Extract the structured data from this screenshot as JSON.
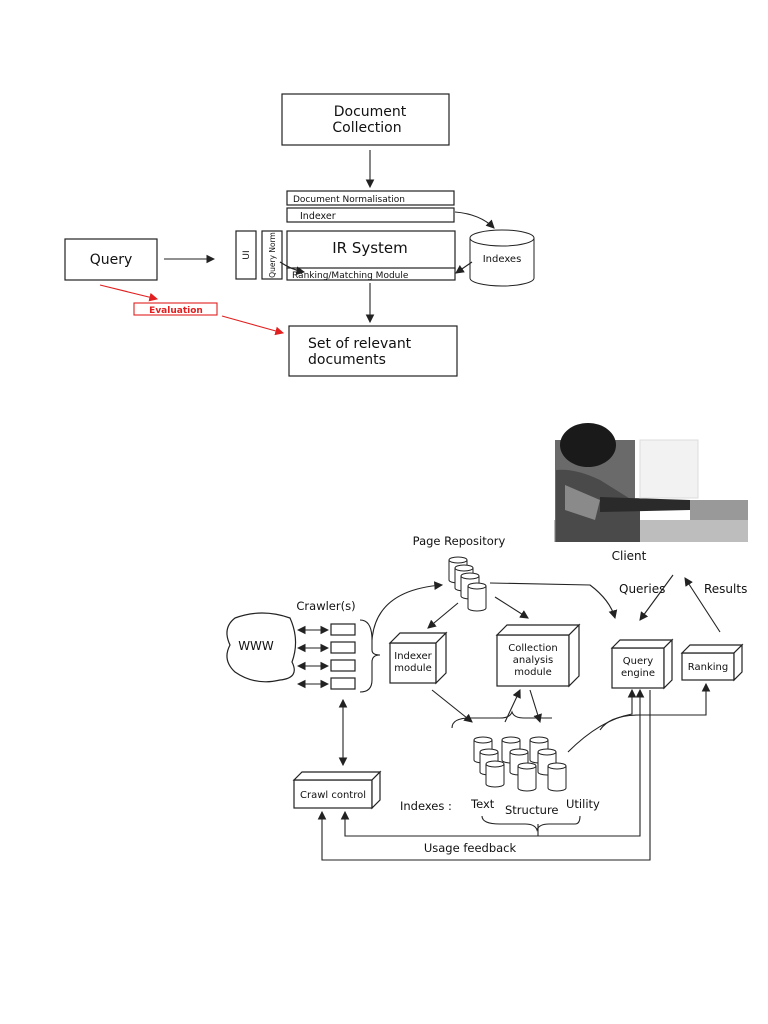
{
  "diagram1": {
    "document_collection": [
      "Document",
      "Collection"
    ],
    "document_normalisation": "Document Normalisation",
    "indexer": "Indexer",
    "ir_system": "IR System",
    "ui": "UI",
    "query_norm": "Query Norm",
    "ranking_matching": "Ranking/Matching Module",
    "indexes": "Indexes",
    "query": "Query",
    "evaluation": "Evaluation",
    "relevant_docs": [
      "Set of relevant",
      "documents"
    ],
    "evaluation_color": "#e02020"
  },
  "diagram2": {
    "client": "Client",
    "queries": "Queries",
    "results": "Results",
    "page_repository": "Page Repository",
    "crawlers": "Crawler(s)",
    "www": "WWW",
    "indexer_module": [
      "Indexer",
      "module"
    ],
    "collection_analysis": [
      "Collection",
      "analysis",
      "module"
    ],
    "query_engine": [
      "Query",
      "engine"
    ],
    "ranking": "Ranking",
    "crawl_control": "Crawl control",
    "indexes_label": "Indexes :",
    "text": "Text",
    "structure": "Structure",
    "utility": "Utility",
    "usage_feedback": "Usage feedback"
  }
}
